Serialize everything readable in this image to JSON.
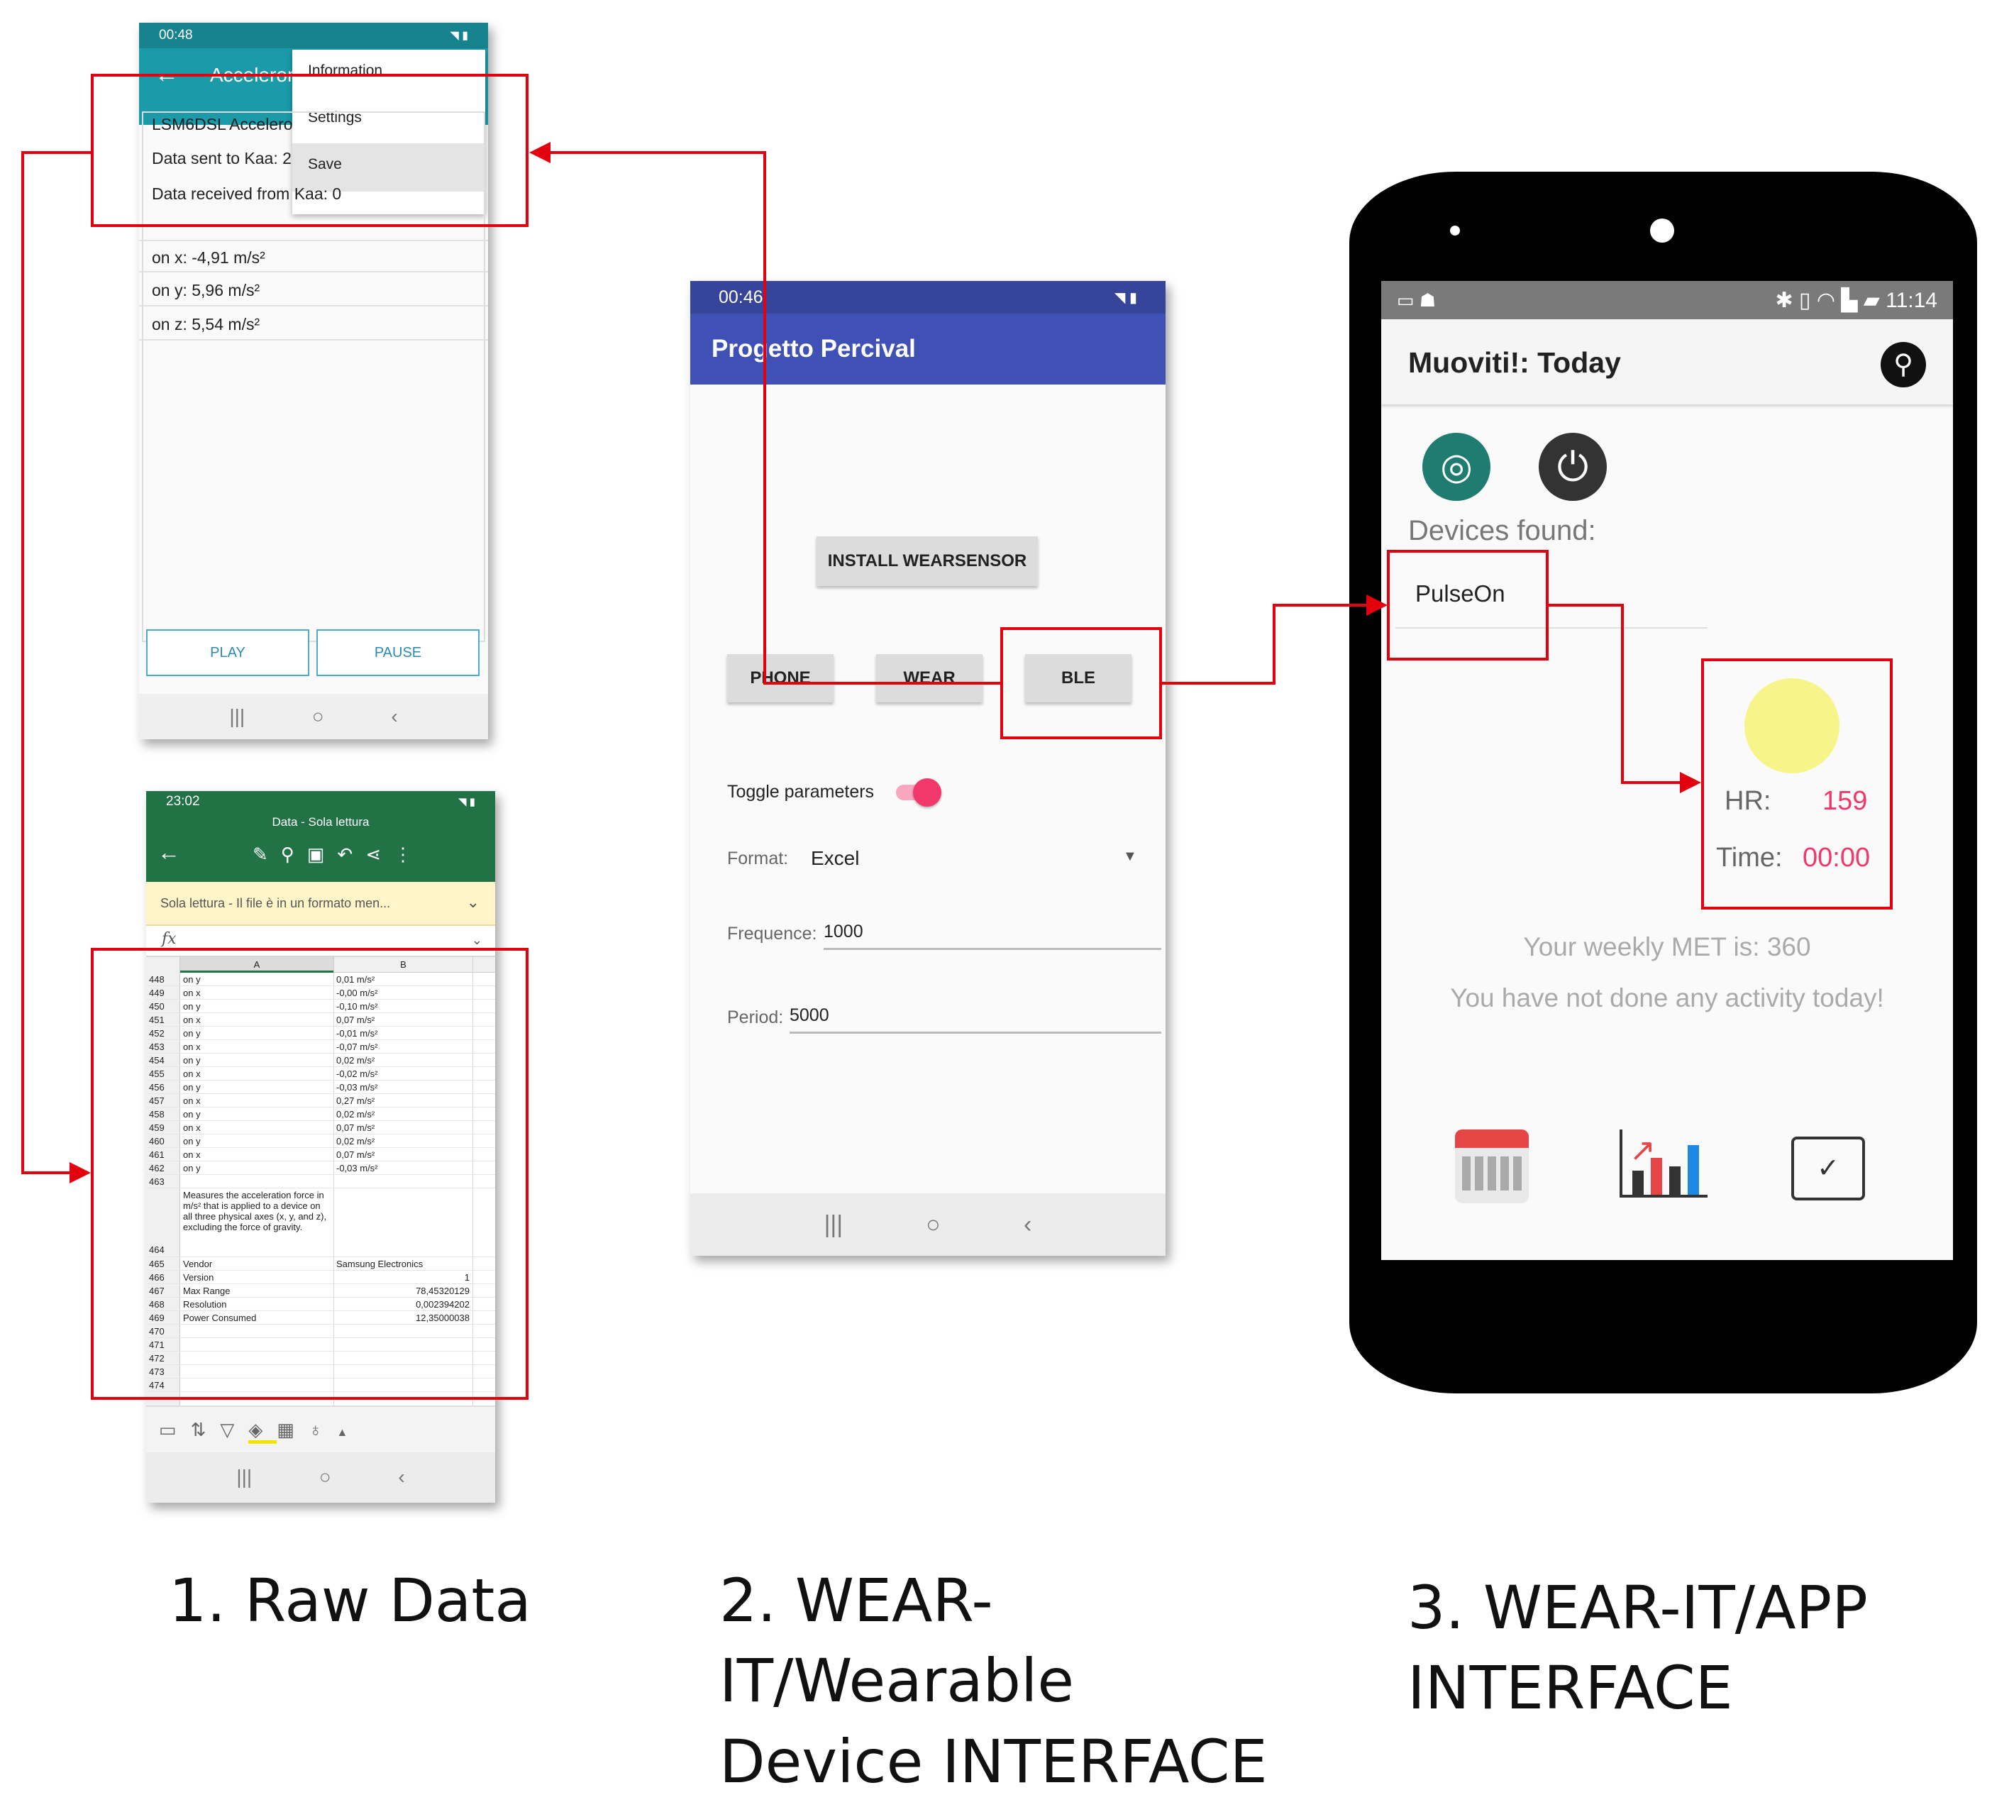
{
  "raw_data_screen": {
    "status_time": "00:48",
    "toolbar_title": "Accelerom",
    "menu": [
      "Information",
      "Settings",
      "Save"
    ],
    "info_rows": [
      "LSM6DSL Accelero",
      "Data sent to Kaa: 2",
      "Data received from Kaa: 0"
    ],
    "axes": [
      "on x: -4,91 m/s²",
      "on y: 5,96 m/s²",
      "on z: 5,54 m/s²"
    ],
    "play_label": "PLAY",
    "pause_label": "PAUSE"
  },
  "excel_screen": {
    "status_time": "23:02",
    "title": "Data - Sola lettura",
    "banner": "Sola lettura - Il file è in un formato men...",
    "formula_label": "fx",
    "col_headers": [
      "A",
      "B"
    ],
    "rows": [
      {
        "n": "448",
        "a": "on y",
        "b": "0,01 m/s²"
      },
      {
        "n": "449",
        "a": "on x",
        "b": "-0,00 m/s²"
      },
      {
        "n": "450",
        "a": "on y",
        "b": "-0,10 m/s²"
      },
      {
        "n": "451",
        "a": "on x",
        "b": "0,07 m/s²"
      },
      {
        "n": "452",
        "a": "on y",
        "b": "-0,01 m/s²"
      },
      {
        "n": "453",
        "a": "on x",
        "b": "-0,07 m/s²"
      },
      {
        "n": "454",
        "a": "on y",
        "b": "0,02 m/s²"
      },
      {
        "n": "455",
        "a": "on x",
        "b": "-0,02 m/s²"
      },
      {
        "n": "456",
        "a": "on y",
        "b": "-0,03 m/s²"
      },
      {
        "n": "457",
        "a": "on x",
        "b": "0,27 m/s²"
      },
      {
        "n": "458",
        "a": "on y",
        "b": "0,02 m/s²"
      },
      {
        "n": "459",
        "a": "on x",
        "b": "0,07 m/s²"
      },
      {
        "n": "460",
        "a": "on y",
        "b": "0,02 m/s²"
      },
      {
        "n": "461",
        "a": "on x",
        "b": "0,07 m/s²"
      },
      {
        "n": "462",
        "a": "on y",
        "b": "-0,03 m/s²"
      },
      {
        "n": "463",
        "a": "",
        "b": ""
      }
    ],
    "description_row": {
      "n": "464",
      "a": "Measures the acceleration force in m/s² that is applied to a device on all three physical axes (x, y, and z), excluding the force of gravity.",
      "b": ""
    },
    "meta_rows": [
      {
        "n": "465",
        "a": "Vendor",
        "b": "Samsung Electronics"
      },
      {
        "n": "466",
        "a": "Version",
        "b": "1"
      },
      {
        "n": "467",
        "a": "Max Range",
        "b": "78,45320129"
      },
      {
        "n": "468",
        "a": "Resolution",
        "b": "0,002394202"
      },
      {
        "n": "469",
        "a": "Power Consumed",
        "b": "12,35000038"
      },
      {
        "n": "470",
        "a": "",
        "b": ""
      },
      {
        "n": "471",
        "a": "",
        "b": ""
      },
      {
        "n": "472",
        "a": "",
        "b": ""
      },
      {
        "n": "473",
        "a": "",
        "b": ""
      },
      {
        "n": "474",
        "a": "",
        "b": ""
      }
    ]
  },
  "percival_screen": {
    "status_time": "00:46",
    "title": "Progetto Percival",
    "install_label": "INSTALL WEARSENSOR",
    "phone_label": "PHONE",
    "wear_label": "WEAR",
    "ble_label": "BLE",
    "toggle_label": "Toggle parameters",
    "format_label": "Format:",
    "format_value": "Excel",
    "frequence_label": "Frequence:",
    "frequence_value": "1000",
    "period_label": "Period:",
    "period_value": "5000"
  },
  "muoviti_screen": {
    "status_time": "11:14",
    "title": "Muoviti!: Today",
    "devices_found": "Devices found:",
    "device_name": "PulseOn",
    "hr_label": "HR:",
    "hr_value": "159",
    "time_label": "Time:",
    "time_value": "00:00",
    "weekly_met": "Your weekly MET is: 360",
    "activity_msg": "You have not done any activity today!"
  },
  "captions": {
    "raw": "1. Raw Data",
    "wearable": "2. WEAR-\nIT/Wearable\nDevice INTERFACE",
    "app": "3. WEAR-IT/APP\nINTERFACE"
  },
  "colors": {
    "teal": "#1b9aa9",
    "excel_green": "#217346",
    "indigo": "#3f51b5",
    "pink": "#f0386b",
    "red": "#e3000f",
    "yellow": "#f7f58a"
  }
}
